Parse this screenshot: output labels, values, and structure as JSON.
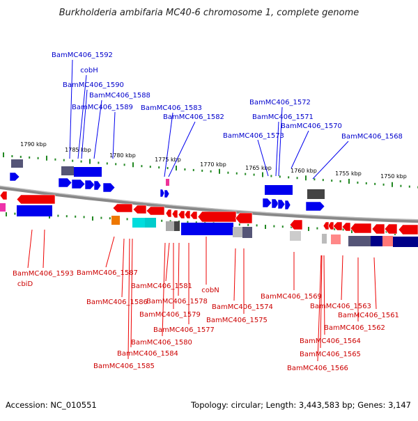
{
  "title": "Burkholderia ambifaria MC40-6 chromosome 1, complete genome",
  "footer": {
    "accession": "Accession: NC_010551",
    "summary": "Topology: circular; Length: 3,443,583 bp; Genes: 3,147"
  },
  "colors": {
    "forward": "#0000ee",
    "reverse": "#ee0000",
    "label_forward": "#0000cc",
    "label_reverse": "#cc0000",
    "backbone": "#888888",
    "tick": "#228822"
  },
  "kbp_ticks": [
    "1790 kbp",
    "1785 kbp",
    "1780 kbp",
    "1775 kbp",
    "1770 kbp",
    "1765 kbp",
    "1760 kbp",
    "1755 kbp",
    "1750 kbp"
  ],
  "forward_labels": [
    "BamMC406_1592",
    "cobH",
    "BamMC406_1590",
    "BamMC406_1588",
    "BamMC406_1589",
    "BamMC406_1583",
    "BamMC406_1582",
    "BamMC406_1572",
    "BamMC406_1571",
    "BamMC406_1573",
    "BamMC406_1570",
    "BamMC406_1568"
  ],
  "reverse_labels": [
    "BamMC406_1593",
    "cbiD",
    "BamMC406_1587",
    "BamMC406_1586",
    "BamMC406_1581",
    "cobN",
    "BamMC406_1578",
    "BamMC406_1579",
    "BamMC406_1574",
    "BamMC406_1577",
    "BamMC406_1575",
    "BamMC406_1580",
    "BamMC406_1584",
    "BamMC406_1585",
    "BamMC406_1569",
    "BamMC406_1563",
    "BamMC406_1561",
    "BamMC406_1562",
    "BamMC406_1564",
    "BamMC406_1565",
    "BamMC406_1566"
  ]
}
